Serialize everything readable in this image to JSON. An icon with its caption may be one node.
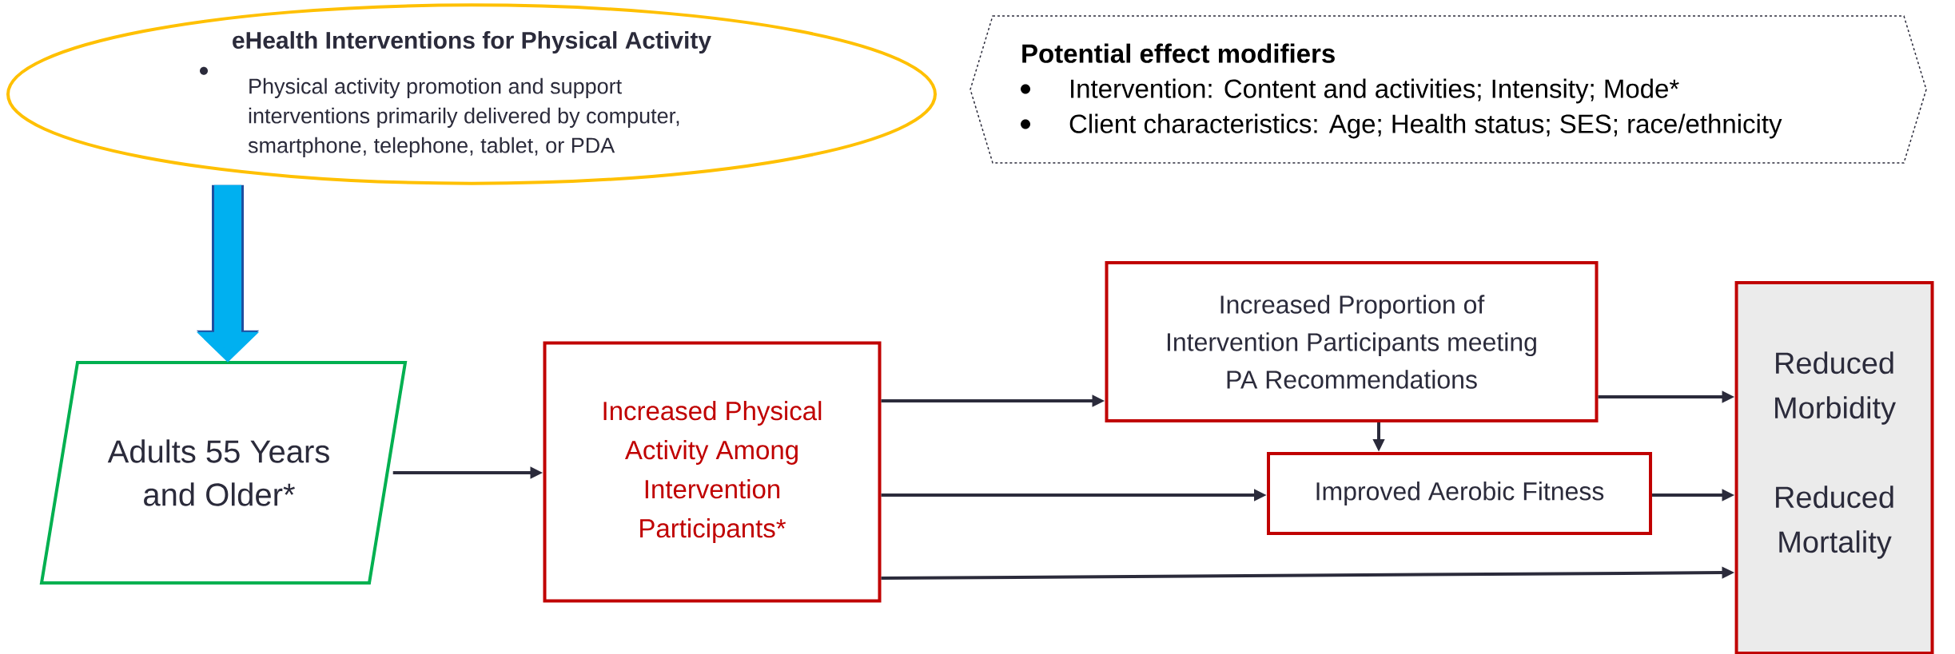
{
  "diagram": {
    "nodes": [
      {
        "text": [
          "eHealth Interventions for Physical Activity",
          "Physical activity promotion and support interventions primarily delivered by computer, smartphone, telephone, tablet, or PDA"
        ]
      },
      {
        "text": [
          "Potential effect modifiers",
          "Intervention: Content and activities; Intensity; Mode*",
          "Client characteristics: Age; Health status; SES; race/ethnicity"
        ]
      },
      {
        "text": [
          "Adults 55 Years and Older*"
        ]
      },
      {
        "text": [
          "Increased Physical Activity Among Intervention Participants*"
        ]
      },
      {
        "text": [
          "Increased Proportion of Intervention Participants meeting PA Recommendations"
        ]
      },
      {
        "text": [
          "Improved Aerobic Fitness"
        ]
      },
      {
        "text": [
          "Reduced Morbidity",
          "Reduced Mortality"
        ]
      }
    ],
    "edges": [
      {
        "from": 0,
        "to": 2,
        "arrow": "to",
        "style": "thick",
        "color": "#00b0f0"
      },
      {
        "from": 2,
        "to": 3,
        "arrow": "to"
      },
      {
        "from": 3,
        "to": 4,
        "arrow": "to"
      },
      {
        "from": 3,
        "to": 5,
        "arrow": "to"
      },
      {
        "from": 3,
        "to": 6,
        "arrow": "to"
      },
      {
        "from": 4,
        "to": 6,
        "arrow": "to"
      },
      {
        "from": 4,
        "to": 5,
        "arrow": "to"
      },
      {
        "from": 5,
        "to": 6,
        "arrow": "to"
      }
    ]
  }
}
